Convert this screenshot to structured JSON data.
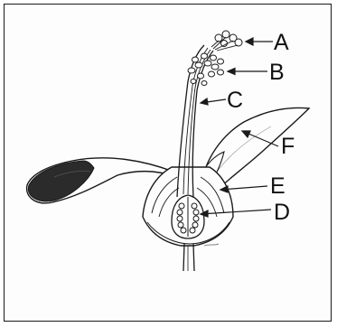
{
  "labels": {
    "a": "A",
    "b": "B",
    "c": "C",
    "d": "D",
    "e": "E",
    "f": "F"
  },
  "colors": {
    "ink": "#1a1a1a",
    "dark_petal": "#2b2b2b",
    "paper": "#fdfdfd"
  }
}
